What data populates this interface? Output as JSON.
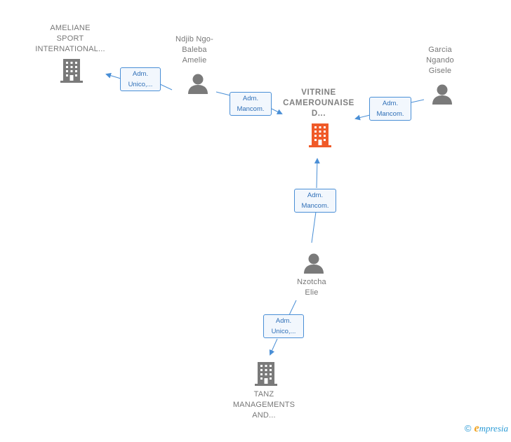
{
  "nodes": {
    "ameliane": {
      "label": [
        "AMELIANE",
        "SPORT",
        "INTERNATIONAL..."
      ],
      "type": "company"
    },
    "ndjib": {
      "label": [
        "Ndjib Ngo-",
        "Baleba",
        "Amelie"
      ],
      "type": "person"
    },
    "vitrine": {
      "label": [
        "VITRINE",
        "CAMEROUNAISE",
        "D..."
      ],
      "type": "company",
      "highlight": true
    },
    "garcia": {
      "label": [
        "Garcia",
        "Ngando",
        "Gisele"
      ],
      "type": "person"
    },
    "nzotcha": {
      "label": [
        "Nzotcha",
        "Elie"
      ],
      "type": "person"
    },
    "tanz": {
      "label": [
        "TANZ",
        "MANAGEMENTS",
        "AND..."
      ],
      "type": "company"
    }
  },
  "edges": {
    "ndjib_ameliane": [
      "Adm.",
      "Unico,..."
    ],
    "ndjib_vitrine": [
      "Adm.",
      "Mancom."
    ],
    "garcia_vitrine": [
      "Adm.",
      "Mancom."
    ],
    "nzotcha_vitrine": [
      "Adm.",
      "Mancom."
    ],
    "nzotcha_tanz": [
      "Adm.",
      "Unico,..."
    ]
  },
  "footer": {
    "copyright": "©",
    "brand_initial": "e",
    "brand_rest": "mpresia"
  },
  "colors": {
    "company": "#7a7a7a",
    "company_highlight": "#f05a28",
    "person": "#7a7a7a",
    "edge": "#4a8fd6"
  },
  "icons": {
    "company": "building-icon",
    "person": "person-icon"
  }
}
